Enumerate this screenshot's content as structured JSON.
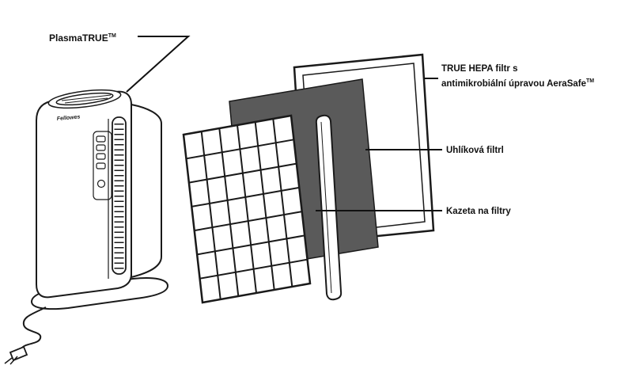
{
  "page": {
    "background": "#ffffff"
  },
  "diagram": {
    "device": {
      "brand": "Fellowes"
    },
    "labels": {
      "plasmatrue": {
        "text": "PlasmaTRUE",
        "tm": "TM"
      },
      "hepa": {
        "line1": "TRUE HEPA filtr s",
        "line2": "antimikrobiální úpravou AeraSafe",
        "tm": "TM"
      },
      "carbon": {
        "text": "Uhlíková filtrl"
      },
      "cassette": {
        "text": "Kazeta na filtry"
      }
    },
    "colors": {
      "line": "#1a1a1a",
      "carbon_panel": "#5a5a5a"
    }
  }
}
